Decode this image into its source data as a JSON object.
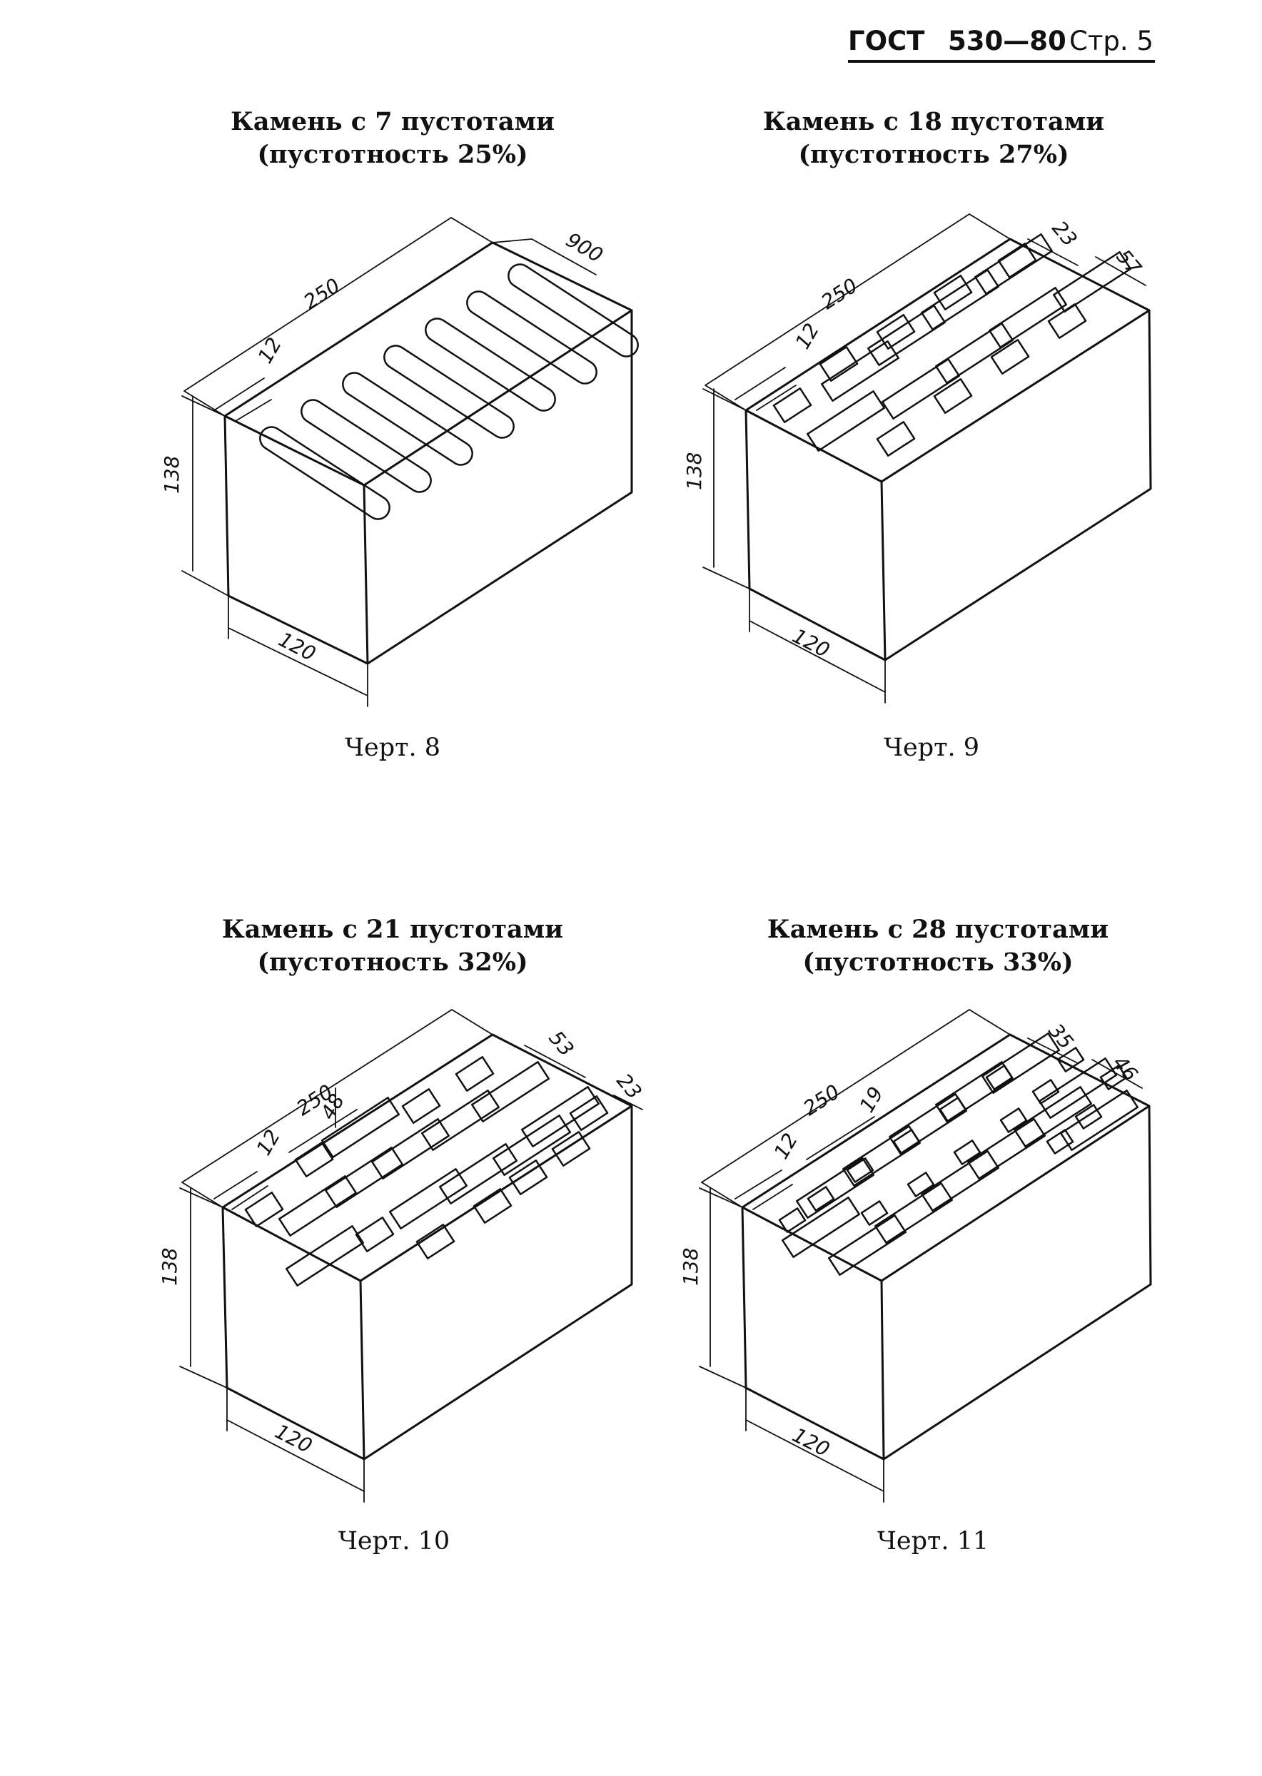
{
  "header": {
    "standard": "ГОСТ",
    "number": "530—80",
    "page_label": "Стр. 5"
  },
  "figures": [
    {
      "title": "Камень с 7 пустотами",
      "subtitle": "(пустотность 25%)",
      "caption": "Черт. 8",
      "dims": {
        "length": "250",
        "slot": "900",
        "edge": "12",
        "height": "138",
        "width": "120"
      }
    },
    {
      "title": "Камень с 18 пустотами",
      "subtitle": "(пустотность 27%)",
      "caption": "Черт. 9",
      "dims": {
        "length": "250",
        "hole_a": "23",
        "hole_b": "57",
        "edge": "12",
        "height": "138",
        "width": "120"
      }
    },
    {
      "title": "Камень с 21 пустотами",
      "subtitle": "(пустотность 32%)",
      "caption": "Черт. 10",
      "dims": {
        "length": "250",
        "hole_a": "53",
        "hole_b": "23",
        "hole_c": "48",
        "edge": "12",
        "height": "138",
        "width": "120"
      }
    },
    {
      "title": "Камень с 28 пустотами",
      "subtitle": "(пустотность 33%)",
      "caption": "Черт. 11",
      "dims": {
        "length": "250",
        "hole_a": "35",
        "hole_b": "46",
        "hole_c": "19",
        "edge": "12",
        "height": "138",
        "width": "120"
      }
    }
  ]
}
